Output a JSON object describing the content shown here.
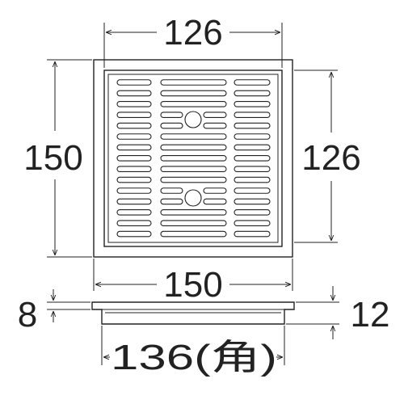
{
  "dimensions": {
    "top_width": "126",
    "left_height": "150",
    "right_height": "126",
    "bottom_width": "150",
    "thickness": "8",
    "depth": "12",
    "base_width": "136(角)"
  }
}
